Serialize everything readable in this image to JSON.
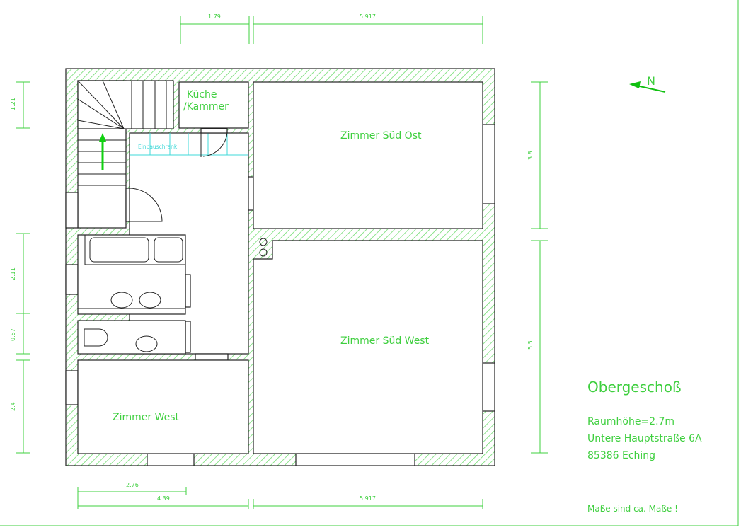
{
  "plan": {
    "title": "Obergeschoß",
    "room_height": "Raumhöhe=2.7m",
    "street": "Untere Hauptstraße 6A",
    "city": "85386 Eching",
    "note": "Maße sind ca. Maße !",
    "north_label": "N"
  },
  "rooms": {
    "kitchen_line1": "Küche",
    "kitchen_line2": "/Kammer",
    "built_in_wardrobe": "Einbauschrank",
    "southeast": "Zimmer Süd Ost",
    "southwest": "Zimmer Süd West",
    "west": "Zimmer West"
  },
  "dimensions": {
    "top_left": "1.79",
    "top_right": "5.917",
    "left_1": "1.21",
    "left_2": "2.11",
    "left_3": "0.87",
    "left_4": "2.4",
    "right_1": "3.8",
    "right_2": "5.5",
    "bottom_1": "2.76",
    "bottom_2": "4.39",
    "bottom_3": "5.917"
  },
  "colors": {
    "lines": "#3fcf3f",
    "walls": "#222222",
    "wardrobe": "#3fd8d8"
  }
}
